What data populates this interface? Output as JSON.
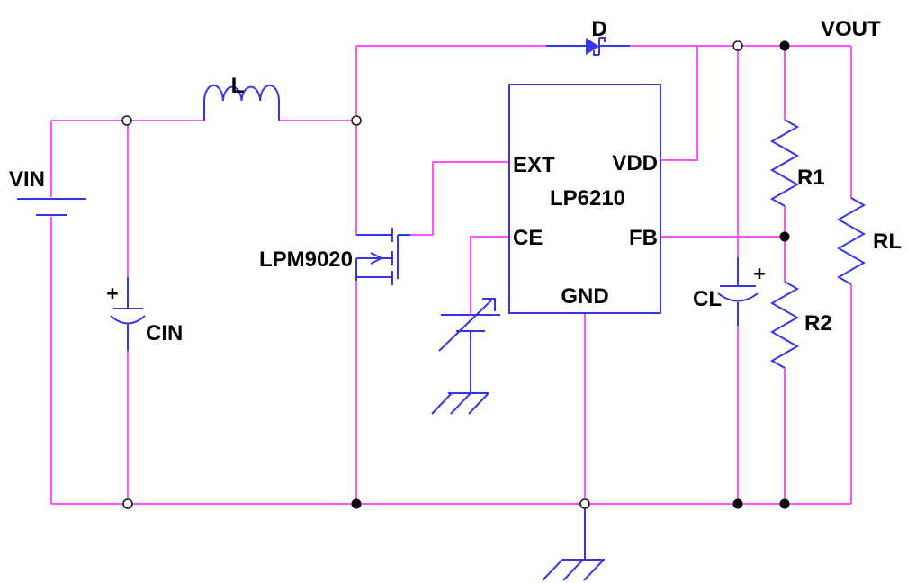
{
  "schematic": {
    "colors": {
      "wire": "#fd54fd",
      "component": "#3636e8",
      "label": "#000000"
    },
    "labels": {
      "vin": "VIN",
      "inductor": "L",
      "diode": "D",
      "vout": "VOUT",
      "mosfet": "LPM9020",
      "ic_name": "LP6210",
      "pin_ext": "EXT",
      "pin_vdd": "VDD",
      "pin_ce": "CE",
      "pin_fb": "FB",
      "pin_gnd": "GND",
      "cin": "CIN",
      "cin_plus": "+",
      "cl": "CL",
      "cl_plus": "+",
      "r1": "R1",
      "r2": "R2",
      "rl": "RL"
    },
    "components": [
      {
        "ref": "VIN",
        "type": "voltage-source"
      },
      {
        "ref": "L",
        "type": "inductor"
      },
      {
        "ref": "CIN",
        "type": "polarized-capacitor"
      },
      {
        "ref": "LPM9020",
        "type": "n-channel-mosfet"
      },
      {
        "ref": "D",
        "type": "schottky-diode"
      },
      {
        "ref": "LP6210",
        "type": "ic",
        "pins": [
          "EXT",
          "VDD",
          "CE",
          "FB",
          "GND"
        ]
      },
      {
        "ref": "CE-cap",
        "type": "variable-capacitor"
      },
      {
        "ref": "CL",
        "type": "polarized-capacitor"
      },
      {
        "ref": "R1",
        "type": "resistor"
      },
      {
        "ref": "R2",
        "type": "resistor"
      },
      {
        "ref": "RL",
        "type": "resistor"
      },
      {
        "ref": "VOUT",
        "type": "net-label"
      }
    ]
  }
}
